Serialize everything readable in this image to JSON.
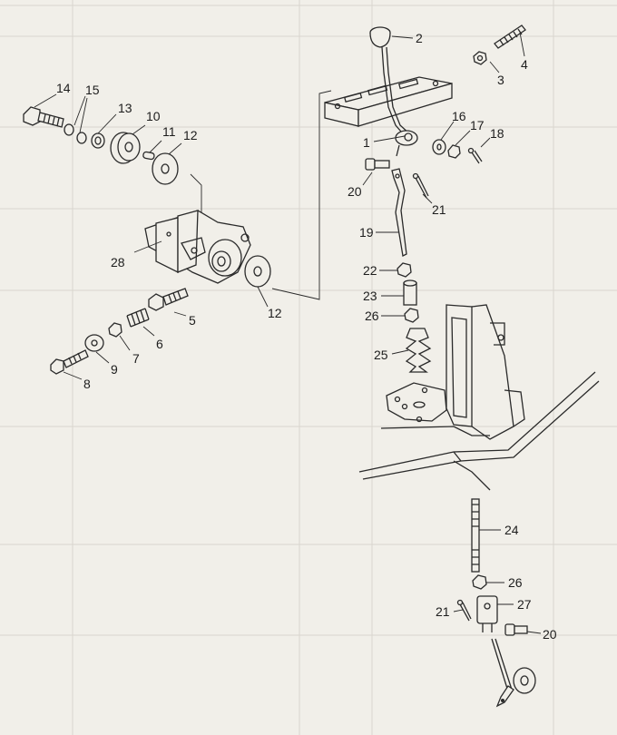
{
  "diagram": {
    "callouts": {
      "p1": "1",
      "p2": "2",
      "p3": "3",
      "p4": "4",
      "p5": "5",
      "p6": "6",
      "p7": "7",
      "p8": "8",
      "p9": "9",
      "p10": "10",
      "p11": "11",
      "p12a": "12",
      "p12b": "12",
      "p13": "13",
      "p14": "14",
      "p15": "15",
      "p16": "16",
      "p17": "17",
      "p18": "18",
      "p19": "19",
      "p20a": "20",
      "p20b": "20",
      "p21a": "21",
      "p21b": "21",
      "p22": "22",
      "p23": "23",
      "p24": "24",
      "p25": "25",
      "p26a": "26",
      "p26b": "26",
      "p27": "27",
      "p28": "28"
    },
    "colors": {
      "ink": "#2a2a2a",
      "paper": "#f1efe9",
      "ghost": "#d9d6ce"
    }
  }
}
